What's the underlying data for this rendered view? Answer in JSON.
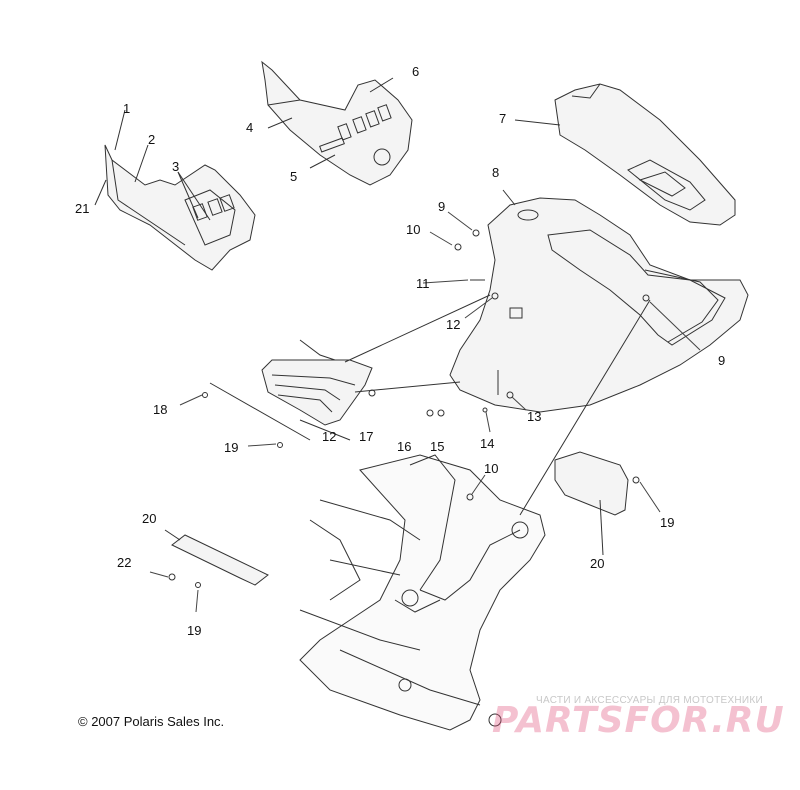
{
  "diagram": {
    "callouts": [
      {
        "id": "c1",
        "label": "1"
      },
      {
        "id": "c2",
        "label": "2"
      },
      {
        "id": "c3",
        "label": "3"
      },
      {
        "id": "c4",
        "label": "4"
      },
      {
        "id": "c5",
        "label": "5"
      },
      {
        "id": "c6",
        "label": "6"
      },
      {
        "id": "c7",
        "label": "7"
      },
      {
        "id": "c8",
        "label": "8"
      },
      {
        "id": "c9a",
        "label": "9"
      },
      {
        "id": "c9b",
        "label": "9"
      },
      {
        "id": "c10a",
        "label": "10"
      },
      {
        "id": "c10b",
        "label": "10"
      },
      {
        "id": "c11",
        "label": "11"
      },
      {
        "id": "c12a",
        "label": "12"
      },
      {
        "id": "c12b",
        "label": "12"
      },
      {
        "id": "c13",
        "label": "13"
      },
      {
        "id": "c14",
        "label": "14"
      },
      {
        "id": "c15",
        "label": "15"
      },
      {
        "id": "c16",
        "label": "16"
      },
      {
        "id": "c17",
        "label": "17"
      },
      {
        "id": "c18",
        "label": "18"
      },
      {
        "id": "c19a",
        "label": "19"
      },
      {
        "id": "c19b",
        "label": "19"
      },
      {
        "id": "c19c",
        "label": "19"
      },
      {
        "id": "c20a",
        "label": "20"
      },
      {
        "id": "c20b",
        "label": "20"
      },
      {
        "id": "c21",
        "label": "21"
      },
      {
        "id": "c22",
        "label": "22"
      }
    ],
    "copyright": "© 2007 Polaris Sales Inc.",
    "watermark_tagline": "ЧАСТИ И АКСЕССУАРЫ ДЛЯ МОТОТЕХНИКИ",
    "watermark_logo": "PARTSFOR.RU"
  }
}
